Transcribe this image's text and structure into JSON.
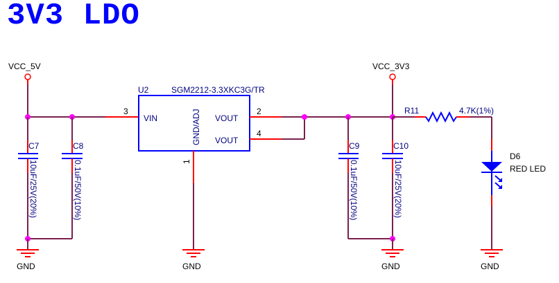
{
  "title": "3V3 LDO",
  "colors": {
    "title": "#0000ff",
    "wire": "#7b1f4b",
    "pin": "#ff0000",
    "component": "#0000ff",
    "junction": "#ff00ff"
  },
  "power_ports": {
    "vcc_5v": "VCC_5V",
    "vcc_3v3": "VCC_3V3"
  },
  "ground_labels": [
    "GND",
    "GND",
    "GND",
    "GND"
  ],
  "u2": {
    "ref": "U2",
    "part": "SGM2212-3.3XKC3G/TR",
    "pins": {
      "vin": {
        "name": "VIN",
        "number": "3"
      },
      "vout1": {
        "name": "VOUT",
        "number": "2"
      },
      "vout2": {
        "name": "VOUT",
        "number": "4"
      },
      "gnd": {
        "name": "GND/ADJ",
        "number": "1"
      }
    }
  },
  "capacitors": [
    {
      "ref": "C7",
      "value": "10uF/25V(20%)"
    },
    {
      "ref": "C8",
      "value": "0.1uF/50V(10%)"
    },
    {
      "ref": "C9",
      "value": "0.1uF/50V(10%)"
    },
    {
      "ref": "C10",
      "value": "10uF/25V(20%)"
    }
  ],
  "r11": {
    "ref": "R11",
    "value": "4.7K(1%)"
  },
  "d6": {
    "ref": "D6",
    "value": "RED LED"
  }
}
